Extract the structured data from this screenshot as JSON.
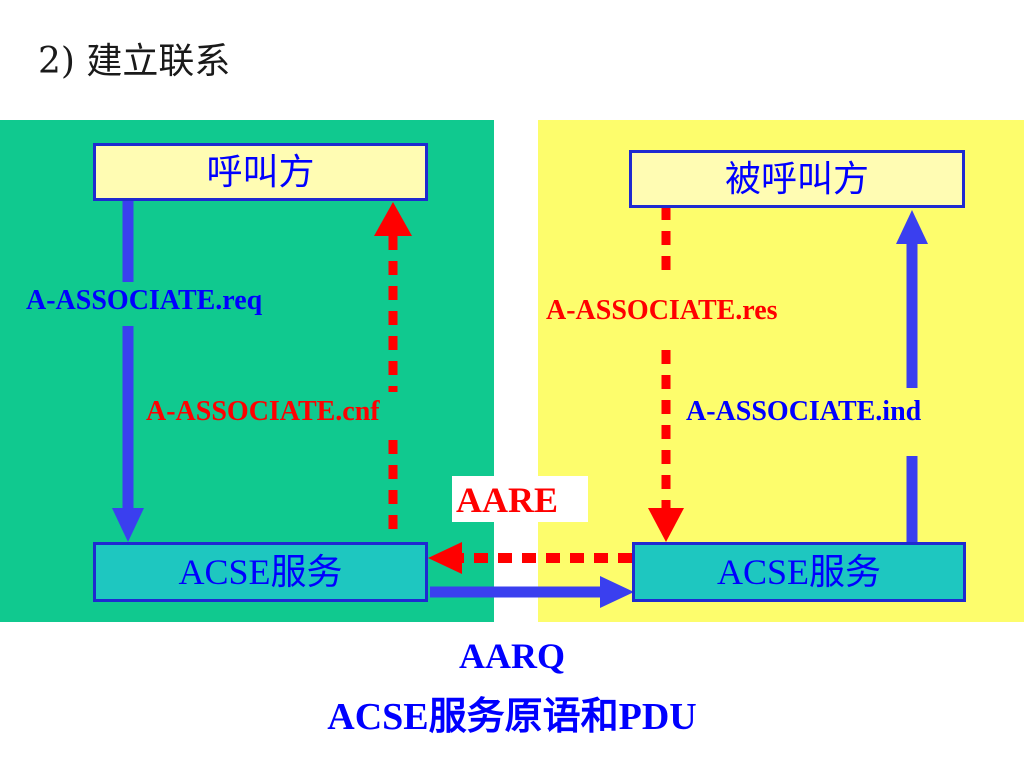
{
  "title": "2)  建立联系",
  "caller": {
    "top_box": "呼叫方",
    "bottom_box": "ACSE服务",
    "req_label": "A-ASSOCIATE.req",
    "cnf_label": "A-ASSOCIATE.cnf"
  },
  "callee": {
    "top_box": "被呼叫方",
    "bottom_box": "ACSE服务",
    "res_label": "A-ASSOCIATE.res",
    "ind_label": "A-ASSOCIATE.ind"
  },
  "pdu": {
    "aare": "AARE",
    "aarq": "AARQ"
  },
  "caption": "ACSE服务原语和PDU",
  "colors": {
    "left_panel": "#10c98f",
    "right_panel": "#fdfd6c",
    "solid_arrow": "#3a3fef",
    "dashed_arrow": "#ff0000"
  }
}
